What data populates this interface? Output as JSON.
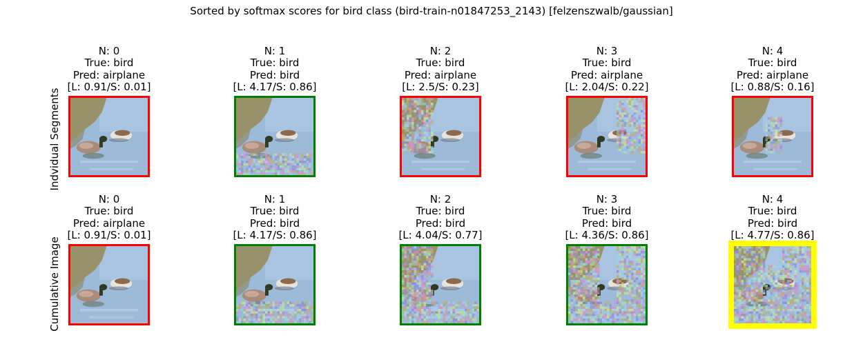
{
  "figure": {
    "suptitle": "Sorted by softmax scores for bird class (bird-train-n01847253_2143) [felzenszwalb/gaussian]",
    "row_labels": [
      "Indvidual Segments",
      "Cumulative Image"
    ]
  },
  "colors": {
    "correct_border": "#008000",
    "wrong_border": "#ff0000",
    "best_border": "#ffff00",
    "sky": "#a9c4e0",
    "water": "#9dbbd9",
    "bank": "#97926a",
    "duck_head": "#2f3a24",
    "noise_palette": [
      "#8f8fd8",
      "#c0e0a0",
      "#d890c8",
      "#9ad0e8",
      "#b8b070"
    ]
  },
  "panels": [
    {
      "row": 0,
      "n_line": "N: 0",
      "true_line": "True: bird",
      "pred_line": "Pred: airplane",
      "score_line": "[L: 0.91/S: 0.01]",
      "border": "red",
      "noise": []
    },
    {
      "row": 0,
      "n_line": "N: 1",
      "true_line": "True: bird",
      "pred_line": "Pred: bird",
      "score_line": "[L: 4.17/S: 0.86]",
      "border": "green",
      "noise": [
        "bottom"
      ]
    },
    {
      "row": 0,
      "n_line": "N: 2",
      "true_line": "True: bird",
      "pred_line": "Pred: airplane",
      "score_line": "[L: 2.5/S: 0.23]",
      "border": "red",
      "noise": [
        "left"
      ]
    },
    {
      "row": 0,
      "n_line": "N: 3",
      "true_line": "True: bird",
      "pred_line": "Pred: airplane",
      "score_line": "[L: 2.04/S: 0.22]",
      "border": "red",
      "noise": [
        "right"
      ]
    },
    {
      "row": 0,
      "n_line": "N: 4",
      "true_line": "True: bird",
      "pred_line": "Pred: airplane",
      "score_line": "[L: 0.88/S: 0.16]",
      "border": "red",
      "noise": [
        "center"
      ]
    },
    {
      "row": 1,
      "n_line": "N: 0",
      "true_line": "True: bird",
      "pred_line": "Pred: airplane",
      "score_line": "[L: 0.91/S: 0.01]",
      "border": "red",
      "noise": []
    },
    {
      "row": 1,
      "n_line": "N: 1",
      "true_line": "True: bird",
      "pred_line": "Pred: bird",
      "score_line": "[L: 4.17/S: 0.86]",
      "border": "green",
      "noise": [
        "bottom"
      ]
    },
    {
      "row": 1,
      "n_line": "N: 2",
      "true_line": "True: bird",
      "pred_line": "Pred: bird",
      "score_line": "[L: 4.04/S: 0.77]",
      "border": "green",
      "noise": [
        "bottom",
        "left"
      ]
    },
    {
      "row": 1,
      "n_line": "N: 3",
      "true_line": "True: bird",
      "pred_line": "Pred: bird",
      "score_line": "[L: 4.36/S: 0.86]",
      "border": "green",
      "noise": [
        "bottom",
        "left",
        "right"
      ]
    },
    {
      "row": 1,
      "n_line": "N: 4",
      "true_line": "True: bird",
      "pred_line": "Pred: bird",
      "score_line": "[L: 4.77/S: 0.86]",
      "border": "yellow",
      "noise": [
        "bottom",
        "left",
        "right",
        "center"
      ]
    }
  ]
}
